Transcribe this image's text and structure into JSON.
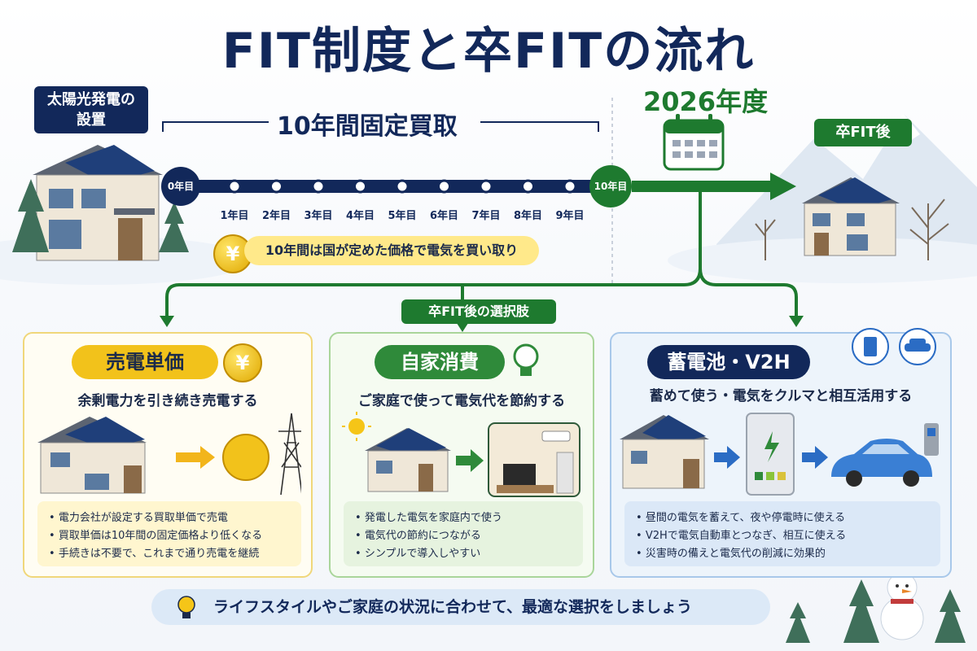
{
  "title": "FIT制度と卒FITの流れ",
  "timeline": {
    "install_label": "太陽光発電の設置",
    "install_line1": "太陽光発電の",
    "install_line2": "設置",
    "fixed_period": "10年間固定買取",
    "start": "0年目",
    "end": "10年目",
    "years": [
      "1年目",
      "2年目",
      "3年目",
      "4年目",
      "5年目",
      "6年目",
      "7年目",
      "8年目",
      "9年目"
    ],
    "notice": "10年間は国が定めた価格で電気を買い取り",
    "year_2026": "2026年度",
    "after_fit": "卒FIT後"
  },
  "options_label": "卒FIT後の選択肢",
  "options": [
    {
      "title": "売電単価",
      "subtitle": "余剰電力を引き続き売電する",
      "bullets": [
        "電力会社が設定する買取単価で売電",
        "買取単価は10年間の固定価格より低くなる",
        "手続きは不要で、これまで通り売電を継続"
      ]
    },
    {
      "title": "自家消費",
      "subtitle": "ご家庭で使って電気代を節約する",
      "bullets": [
        "発電した電気を家庭内で使う",
        "電気代の節約につながる",
        "シンプルで導入しやすい"
      ]
    },
    {
      "title": "蓄電池・V2H",
      "subtitle": "蓄めて使う・電気をクルマと相互活用する",
      "bullets": [
        "昼間の電気を蓄えて、夜や停電時に使える",
        "V2Hで電気自動車とつなぎ、相互に使える",
        "災害時の備えと電気代の削減に効果的"
      ]
    }
  ],
  "yen_symbol": "¥",
  "footer": "ライフスタイルやご家庭の状況に合わせて、最適な選択をしましょう",
  "colors": {
    "navy": "#12285a",
    "green": "#1e7a2f",
    "yellow": "#f5c518",
    "blue": "#2b6cc4"
  }
}
